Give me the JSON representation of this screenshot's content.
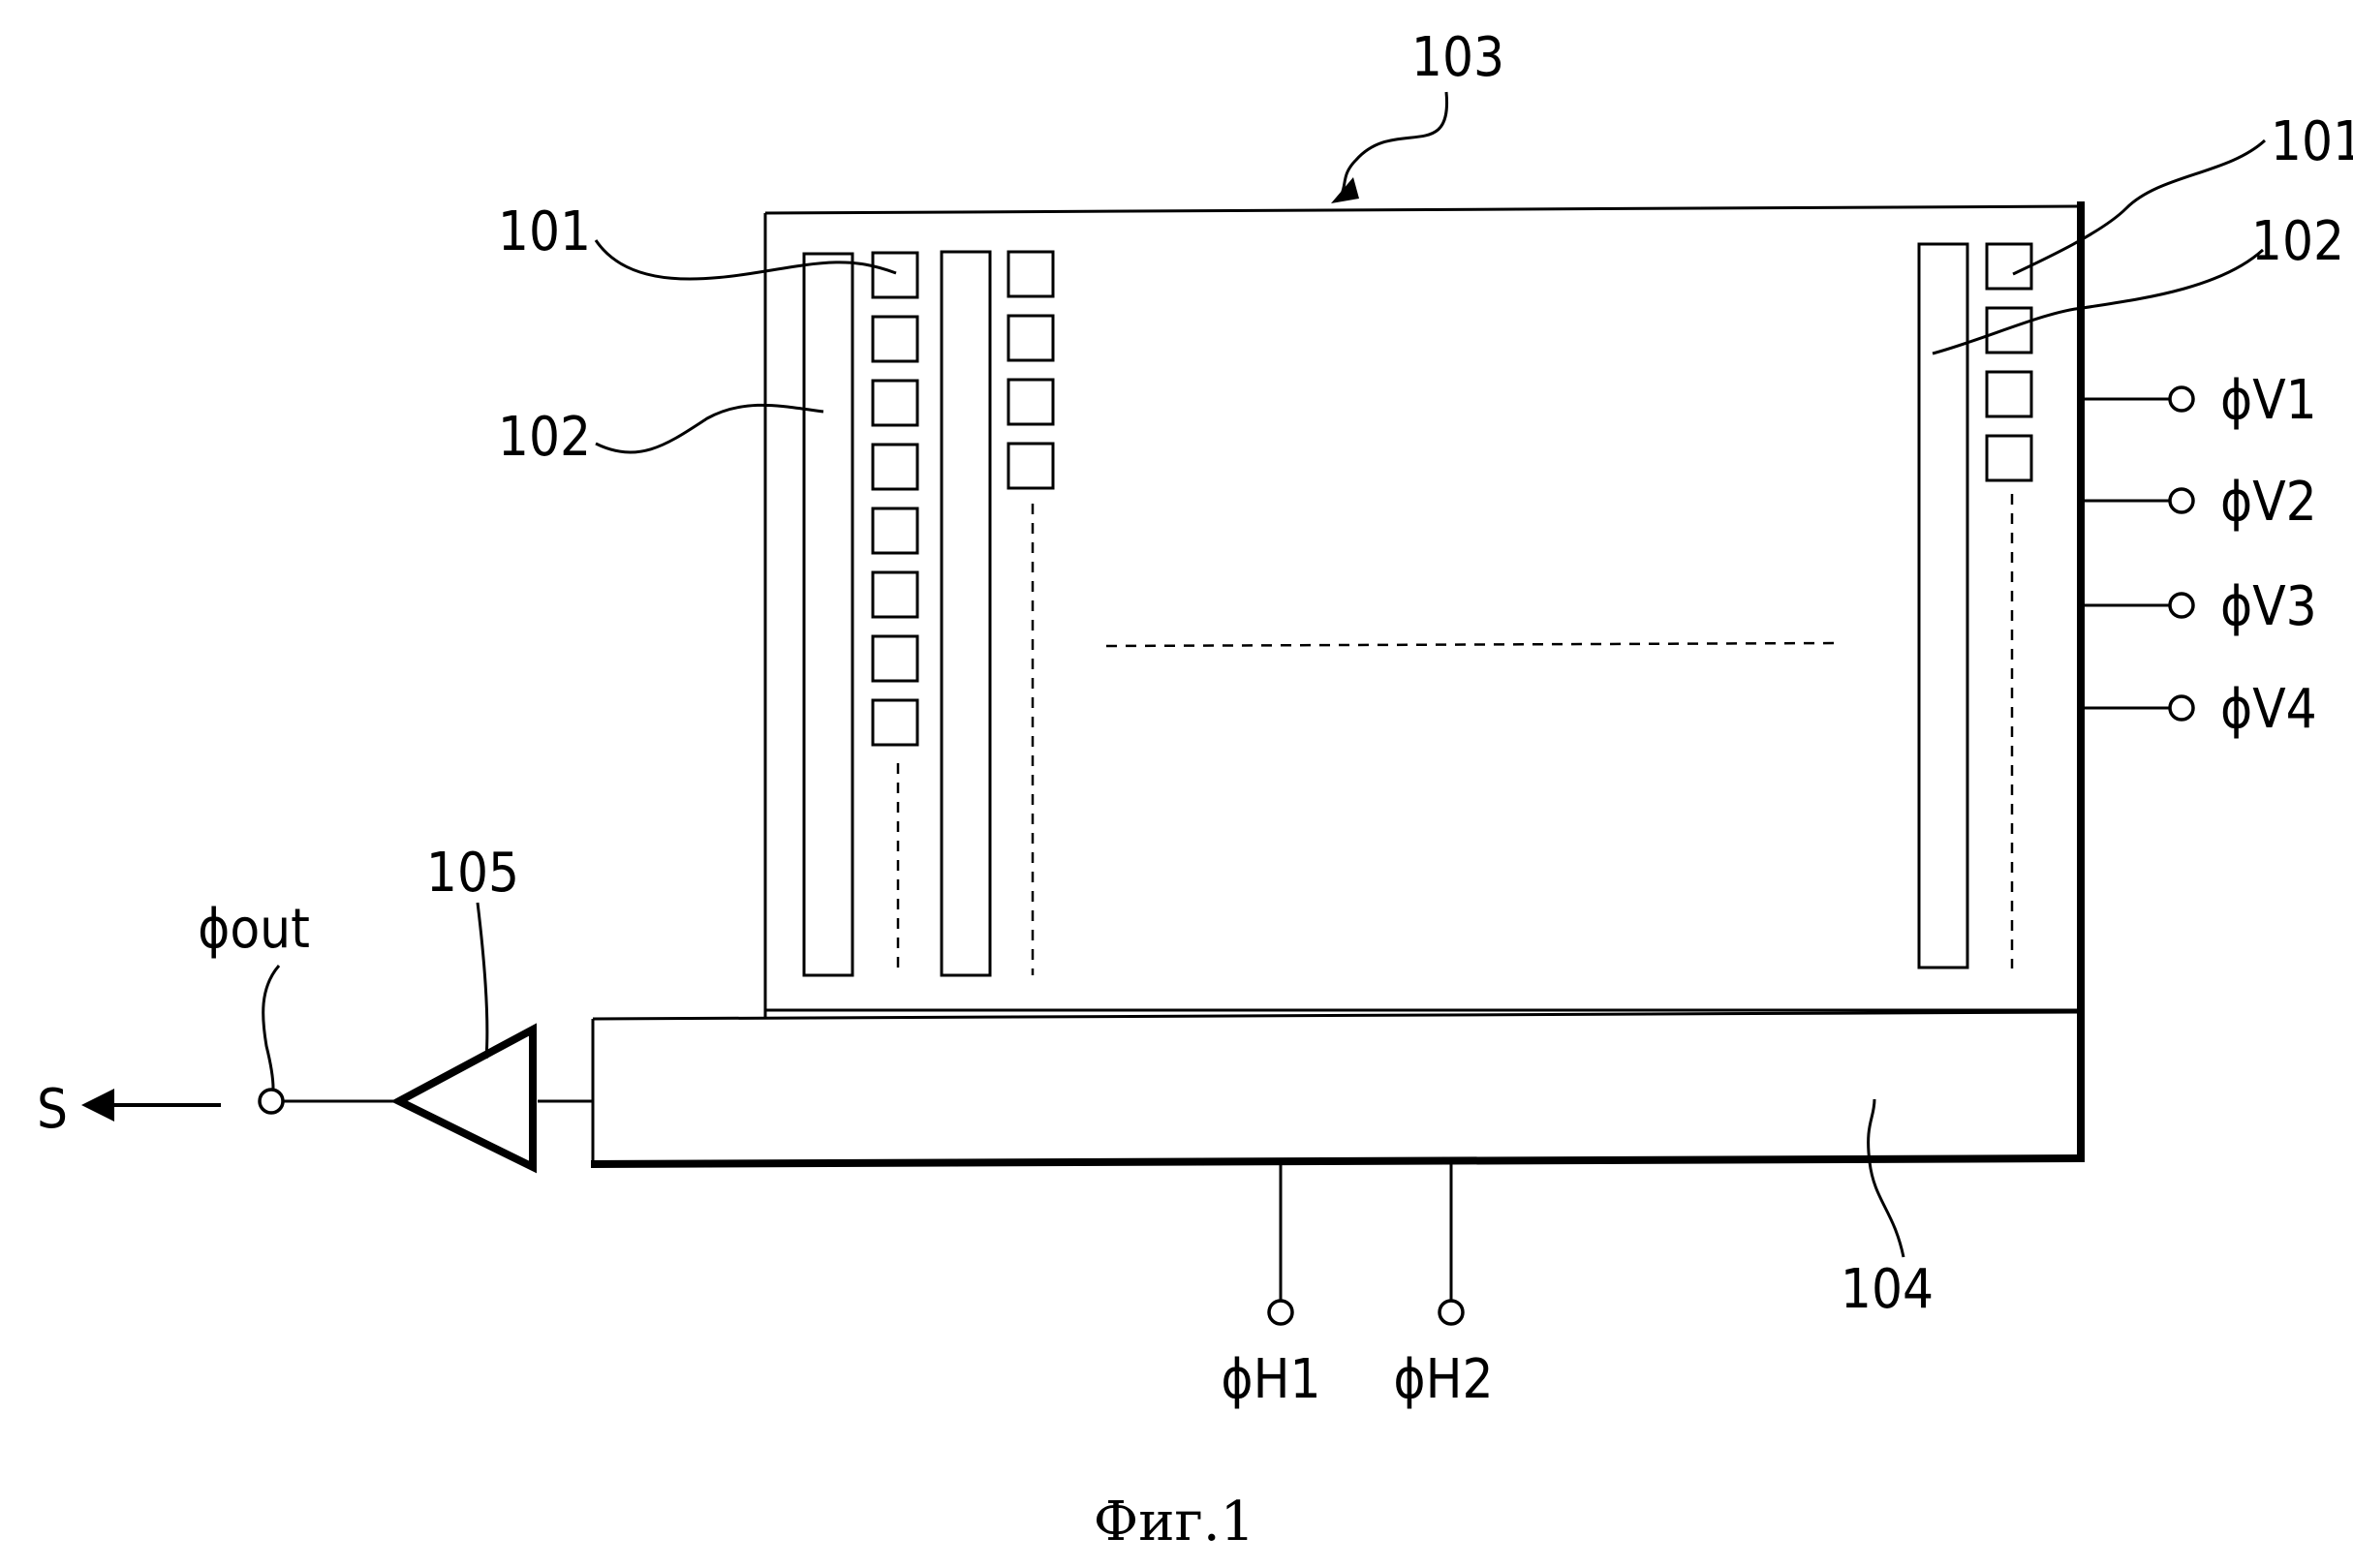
{
  "labels": {
    "image_area": "103",
    "pixel_left": "101",
    "pixel_right": "101",
    "vccd_left": "102",
    "vccd_right": "102",
    "hccd": "104",
    "amplifier": "105"
  },
  "terminals": {
    "v1": "ϕV1",
    "v2": "ϕV2",
    "v3": "ϕV3",
    "v4": "ϕV4",
    "h1": "ϕH1",
    "h2": "ϕH2",
    "out": "ϕout"
  },
  "signal": "S",
  "caption": "Фиг.1"
}
